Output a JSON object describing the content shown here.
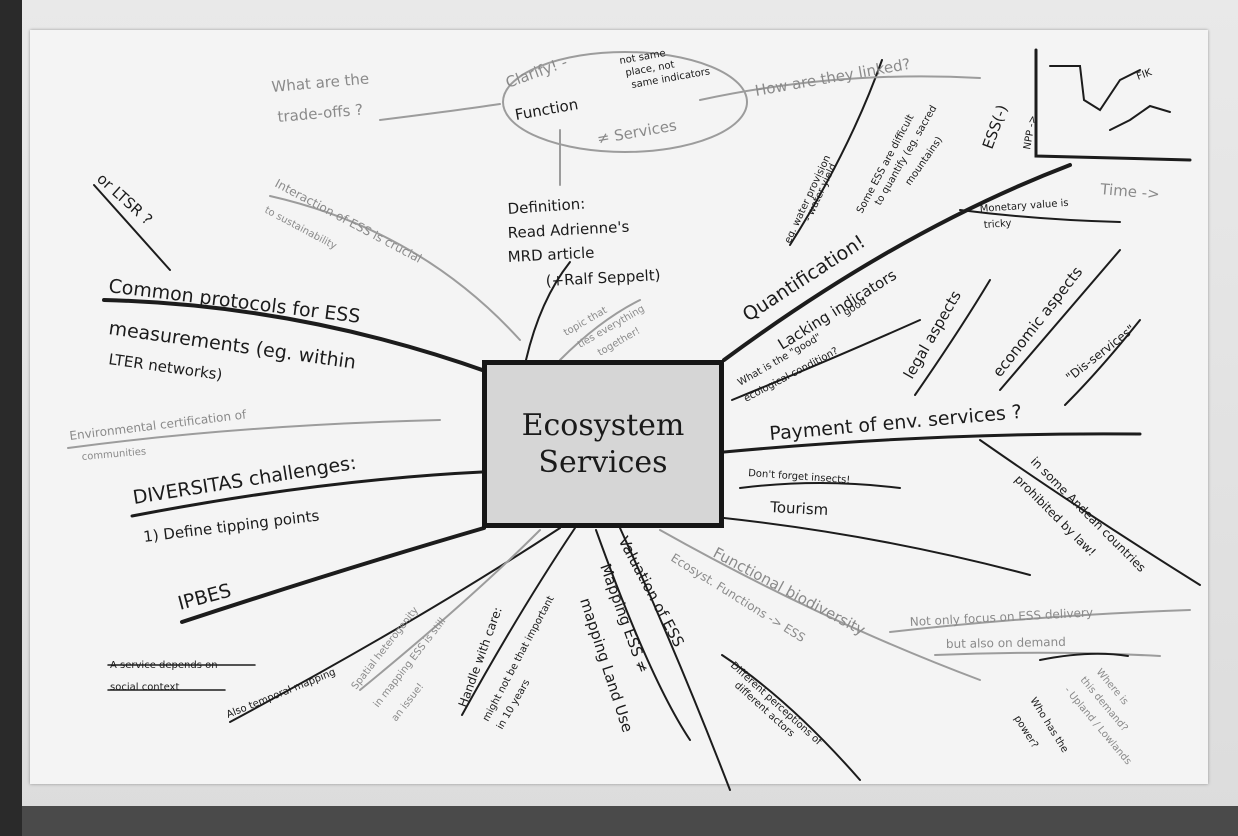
{
  "central_topic": "Ecosystem Services",
  "notes": {
    "or_ltsr": "or LTSR ?",
    "common_protocols_1": "Common protocols for ESS",
    "common_protocols_2": "measurements (eg. within",
    "common_protocols_3": "LTER networks)",
    "env_cert_1": "Environmental certification of",
    "env_cert_2": "communities",
    "diversitas": "DIVERSITAS challenges:",
    "tipping": "1) Define tipping points",
    "ipbes": "IPBES",
    "social_context_1": "A service depends on",
    "social_context_2": "social context",
    "temporal_mapping": "Also temporal mapping",
    "spatial_1": "Spatial heterogenity",
    "spatial_2": "in mapping ESS is still",
    "spatial_3": "an issue!",
    "handle_1": "Handle with care:",
    "handle_2": "might not be that important",
    "handle_3": "in 10 years",
    "mapping_1": "Mapping ESS ≠",
    "mapping_2": "mapping Land Use",
    "valuation": "Valuation of ESS",
    "perceptions_1": "Different perceptions of",
    "perceptions_2": "different actors",
    "ecosyst_functions": "Ecosyst. Functions -> ESS",
    "functional_bio": "Functional biodiversity",
    "not_only_1": "Not only focus on ESS delivery",
    "not_only_2": "but also on demand",
    "where_1": "Where is",
    "where_2": "this demand?",
    "where_3": "- Upland / Lowlands",
    "who_power_1": "Who has the",
    "who_power_2": "power?",
    "tourism": "Tourism",
    "insects": "Don't forget insects!",
    "andean_1": "in some Andean countries",
    "andean_2": "prohibited by law!",
    "payment": "Payment of env. services ?",
    "dis_services": "\"Dis-services\"",
    "economic": "economic aspects",
    "legal": "legal aspects",
    "good_condition_1": "What is the \"good\"",
    "good_condition_2": "ecological condition?",
    "lacking_1": "Lacking indicators",
    "lacking_2": "good",
    "monetary_1": "Monetary value is",
    "monetary_2": "tricky",
    "quantification": "Quantification!",
    "water_1": "eg. water provision",
    "water_2": "- water yield",
    "difficult_1": "Some ESS are difficult",
    "difficult_2": "to quantify (eg. sacred",
    "difficult_3": "mountains)",
    "ess_arrow": "ESS(-)",
    "npp": "NPP ->",
    "fik": "FIK",
    "time": "Time ->",
    "how_linked": "How are they linked?",
    "clarify": "Clarify! -",
    "not_same_1": "not same",
    "not_same_2": "place, not",
    "not_same_3": "same indicators",
    "function": "Function",
    "services": "≠ Services",
    "tradeoffs_1": "What are the",
    "tradeoffs_2": "trade-offs ?",
    "interaction_1": "Interaction of ESS is crucial",
    "interaction_2": "to sustainability",
    "definition_1": "Definition:",
    "definition_2": "Read Adrienne's",
    "definition_3": "MRD article",
    "definition_4": "(+Ralf Seppelt)",
    "topic_1": "topic that",
    "topic_2": "ties everything",
    "topic_3": "together!"
  },
  "colors": {
    "ink_dark": "#1b1b1b",
    "ink_grey": "#8a8a8a",
    "paper": "#f4f4f4",
    "box_fill": "#d6d6d6"
  }
}
